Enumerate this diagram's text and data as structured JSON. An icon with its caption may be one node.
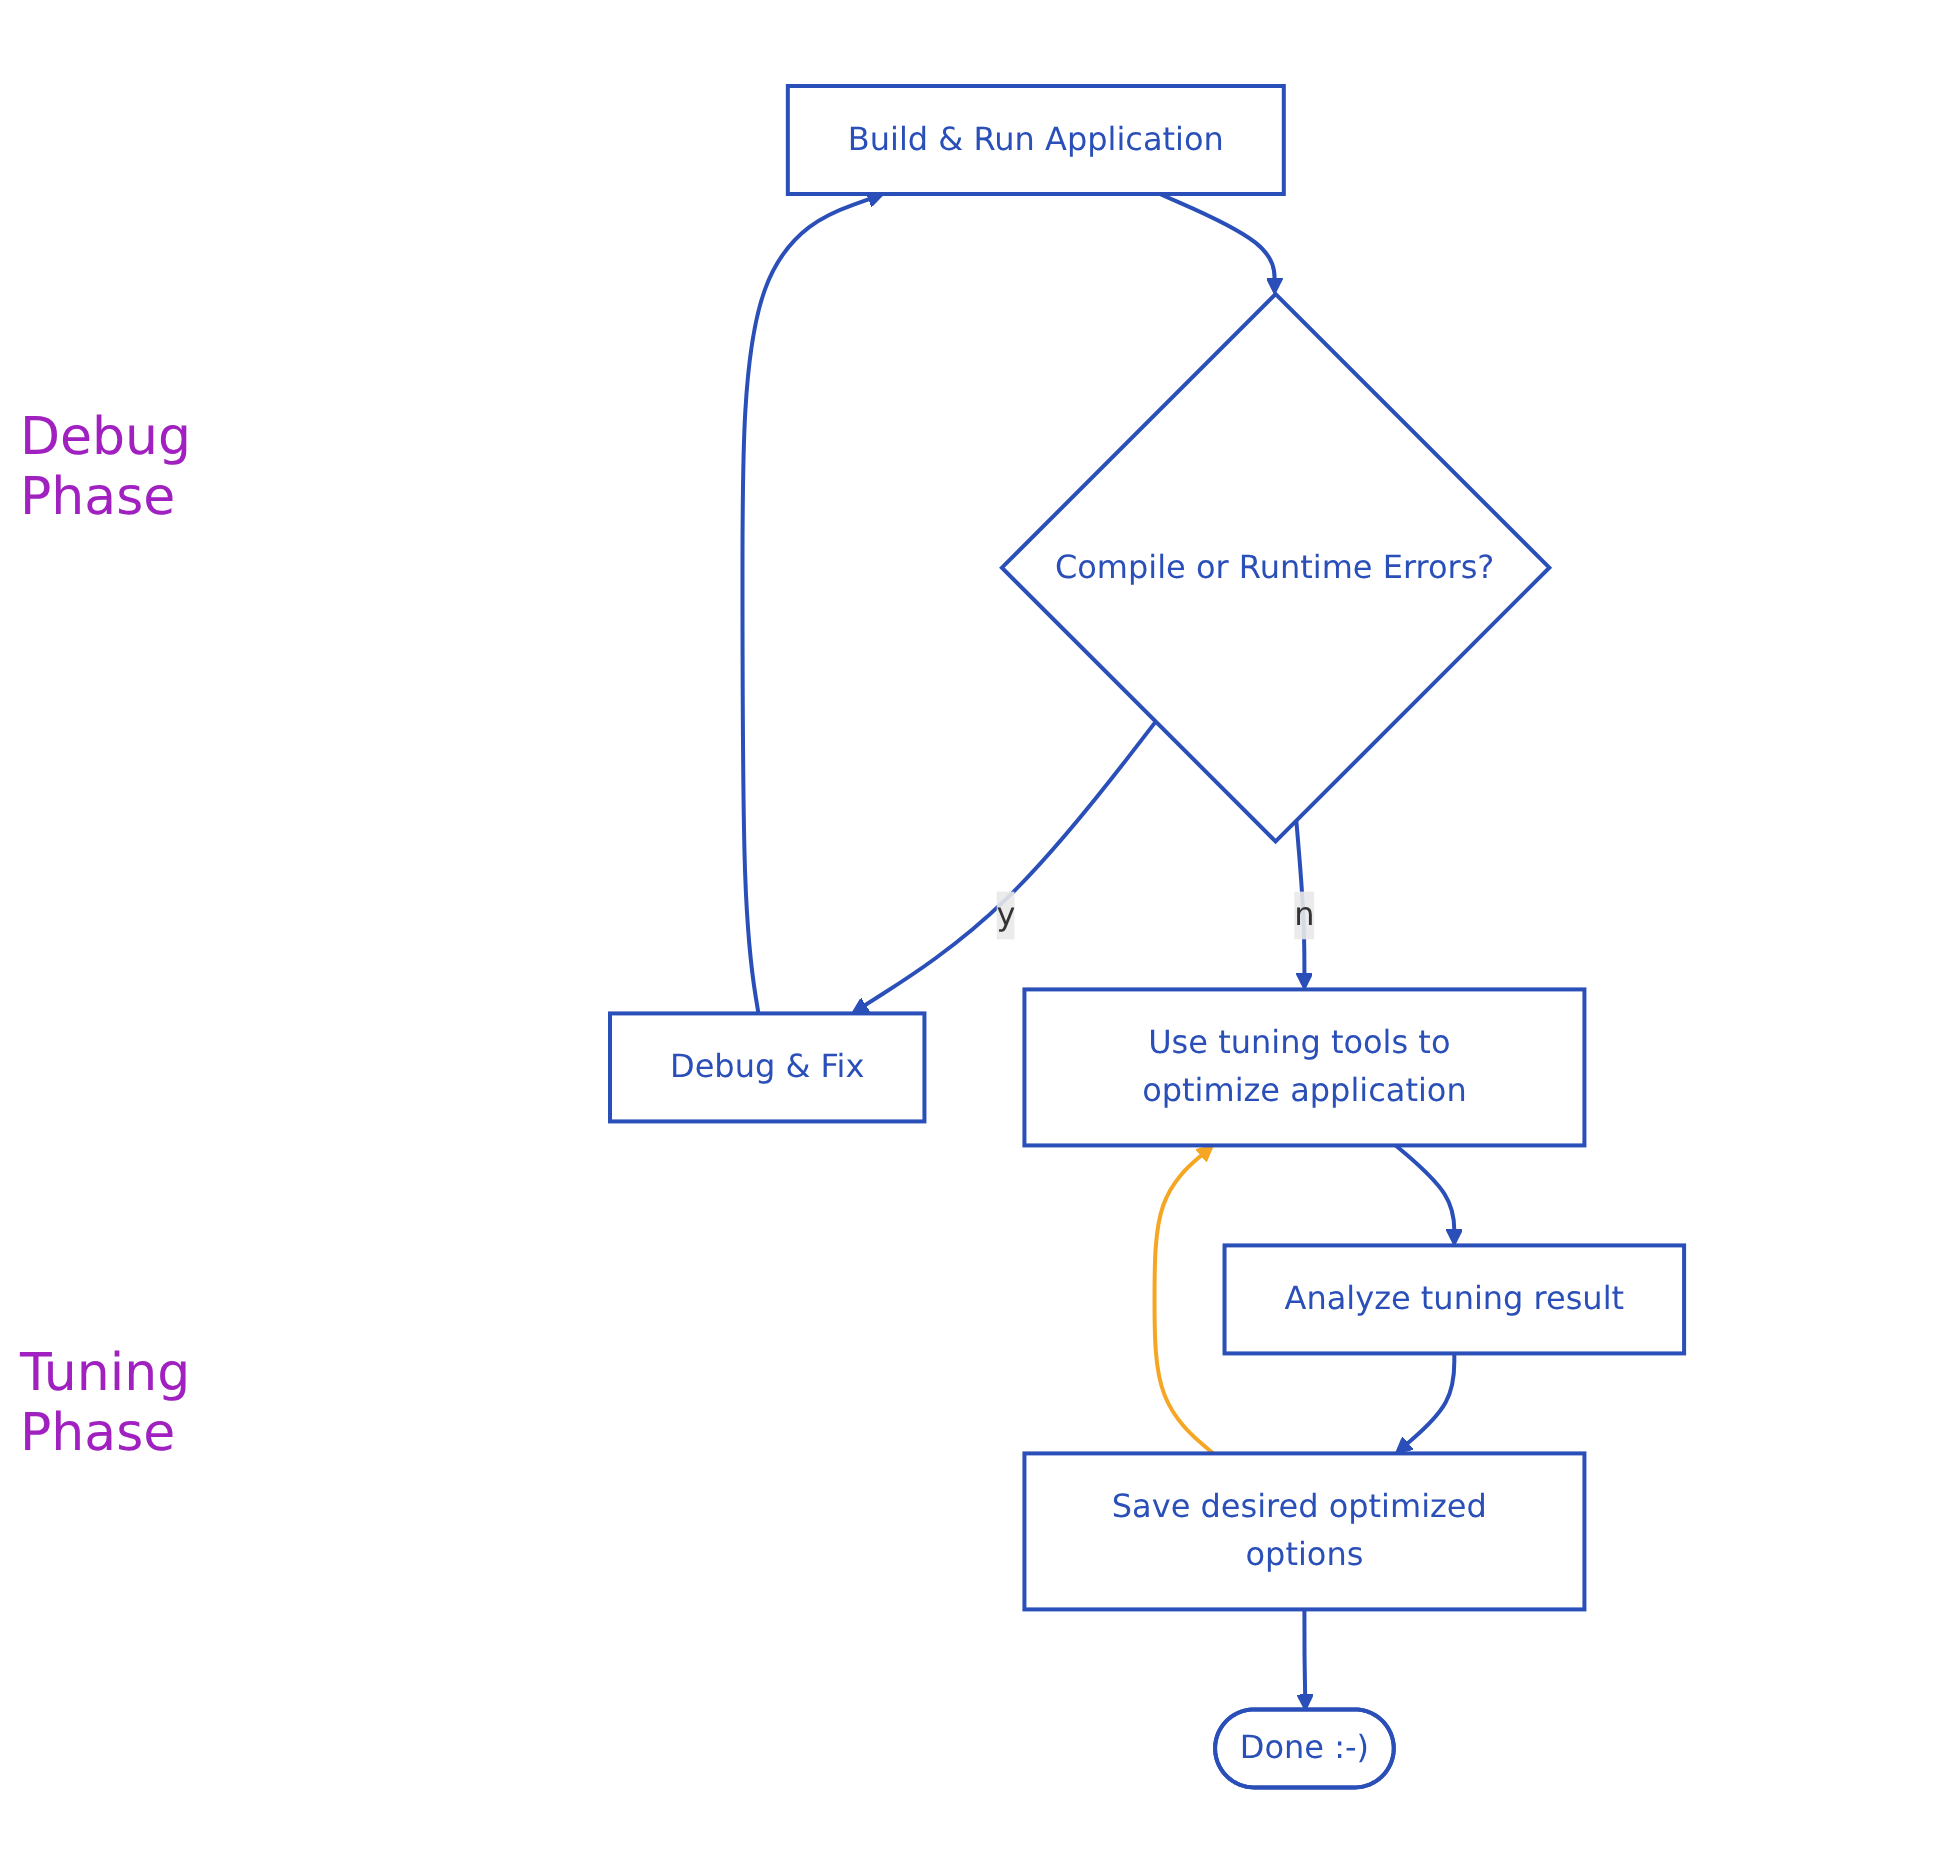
{
  "diagram": {
    "nodes": [
      {
        "text": [
          "Build & Run Application"
        ]
      },
      {
        "text": [
          "Debug & Fix"
        ]
      },
      {
        "text": [
          "Compile or Runtime Errors?"
        ]
      },
      {
        "text": [
          "Use tuning tools to optimize application"
        ]
      },
      {
        "text": [
          "Analyze tuning result"
        ]
      },
      {
        "text": [
          "Save desired optimized options"
        ]
      },
      {
        "text": [
          "Done :-)"
        ]
      }
    ],
    "edges": [
      {
        "from": 0,
        "to": 2,
        "arrow": "to"
      },
      {
        "from": 2,
        "to": 1,
        "arrow": "to",
        "label": "y"
      },
      {
        "from": 1,
        "to": 0,
        "arrow": "to"
      },
      {
        "from": 2,
        "to": 3,
        "arrow": "to",
        "label": "n"
      },
      {
        "from": 3,
        "to": 4,
        "arrow": "to"
      },
      {
        "from": 4,
        "to": 5,
        "arrow": "to"
      },
      {
        "from": 5,
        "to": 6,
        "arrow": "to"
      },
      {
        "from": 5,
        "to": 3,
        "arrow": "to",
        "color": "#f5a623"
      }
    ],
    "labels": [
      "Debug Phase",
      "Tuning Phase"
    ]
  }
}
